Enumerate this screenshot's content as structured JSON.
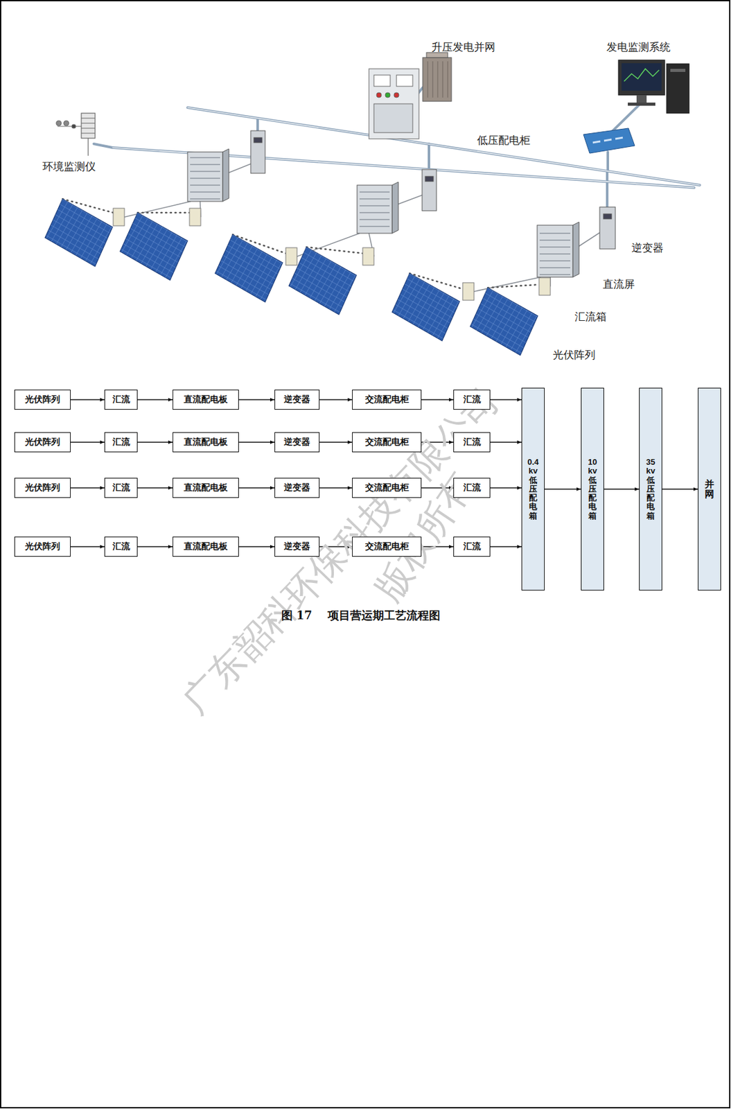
{
  "diagram": {
    "caption": "图 17    项目营运期工艺流程图",
    "nodes": [
      {
        "text": [
          "光伏阵列"
        ]
      },
      {
        "text": [
          "汇流"
        ]
      },
      {
        "text": [
          "直流配电板"
        ]
      },
      {
        "text": [
          "逆变器"
        ]
      },
      {
        "text": [
          "交流配电柜"
        ]
      },
      {
        "text": [
          "汇流"
        ]
      },
      {
        "text": [
          "光伏阵列"
        ]
      },
      {
        "text": [
          "汇流"
        ]
      },
      {
        "text": [
          "直流配电板"
        ]
      },
      {
        "text": [
          "逆变器"
        ]
      },
      {
        "text": [
          "交流配电柜"
        ]
      },
      {
        "text": [
          "汇流"
        ]
      },
      {
        "text": [
          "光伏阵列"
        ]
      },
      {
        "text": [
          "汇流"
        ]
      },
      {
        "text": [
          "直流配电板"
        ]
      },
      {
        "text": [
          "逆变器"
        ]
      },
      {
        "text": [
          "交流配电柜"
        ]
      },
      {
        "text": [
          "汇流"
        ]
      },
      {
        "text": [
          "光伏阵列"
        ]
      },
      {
        "text": [
          "汇流"
        ]
      },
      {
        "text": [
          "直流配电板"
        ]
      },
      {
        "text": [
          "逆变器"
        ]
      },
      {
        "text": [
          "交流配电柜"
        ]
      },
      {
        "text": [
          "汇流"
        ]
      },
      {
        "text": [
          "0.4kv低压配电箱"
        ]
      },
      {
        "text": [
          "10kv低压配电箱"
        ]
      },
      {
        "text": [
          "35kv低压配电箱"
        ]
      },
      {
        "text": [
          "并网"
        ]
      }
    ],
    "edges": [
      {
        "from": 0,
        "to": 1,
        "arrow": "to"
      },
      {
        "from": 1,
        "to": 2,
        "arrow": "to"
      },
      {
        "from": 2,
        "to": 3,
        "arrow": "to"
      },
      {
        "from": 3,
        "to": 4,
        "arrow": "to"
      },
      {
        "from": 4,
        "to": 5,
        "arrow": "to"
      },
      {
        "from": 5,
        "to": 24,
        "arrow": "to"
      },
      {
        "from": 6,
        "to": 7,
        "arrow": "to"
      },
      {
        "from": 7,
        "to": 8,
        "arrow": "to"
      },
      {
        "from": 8,
        "to": 9,
        "arrow": "to"
      },
      {
        "from": 9,
        "to": 10,
        "arrow": "to"
      },
      {
        "from": 10,
        "to": 11,
        "arrow": "to"
      },
      {
        "from": 11,
        "to": 24,
        "arrow": "to"
      },
      {
        "from": 12,
        "to": 13,
        "arrow": "to"
      },
      {
        "from": 13,
        "to": 14,
        "arrow": "to"
      },
      {
        "from": 14,
        "to": 15,
        "arrow": "to"
      },
      {
        "from": 15,
        "to": 16,
        "arrow": "to"
      },
      {
        "from": 16,
        "to": 17,
        "arrow": "to"
      },
      {
        "from": 17,
        "to": 24,
        "arrow": "to"
      },
      {
        "from": 18,
        "to": 19,
        "arrow": "to"
      },
      {
        "from": 19,
        "to": 20,
        "arrow": "to"
      },
      {
        "from": 20,
        "to": 21,
        "arrow": "to"
      },
      {
        "from": 21,
        "to": 22,
        "arrow": "to"
      },
      {
        "from": 22,
        "to": 23,
        "arrow": "to"
      },
      {
        "from": 23,
        "to": 24,
        "arrow": "to"
      },
      {
        "from": 24,
        "to": 25,
        "arrow": "to"
      },
      {
        "from": 25,
        "to": 26,
        "arrow": "to"
      },
      {
        "from": 26,
        "to": 27,
        "arrow": "to"
      }
    ],
    "labels": [
      "升压发电并网",
      "发电监测系统",
      "环境监测仪",
      "低压配电柜",
      "逆变器",
      "直流屏",
      "汇流箱",
      "光伏阵列",
      "广东韶科环保科技有限公司",
      "版权所有"
    ]
  }
}
